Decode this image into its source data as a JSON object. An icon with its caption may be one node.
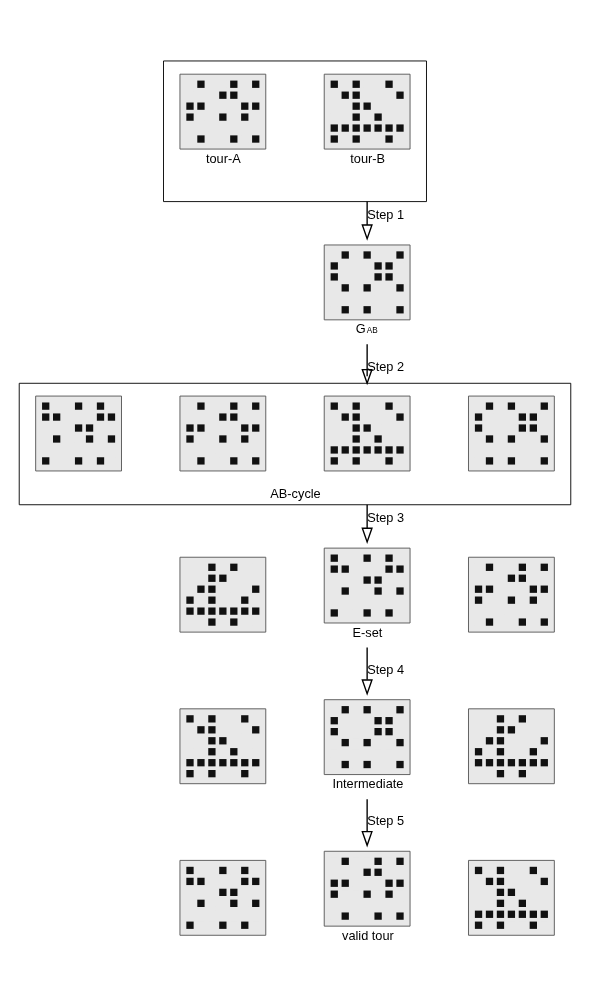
{
  "diagram": {
    "nodes": [
      {
        "text": [],
        "shape": "box"
      },
      {
        "text": [],
        "shape": "picture",
        "in": 0,
        "beside": [
          "tour-A"
        ]
      },
      {
        "text": [],
        "shape": "picture",
        "in": 0,
        "beside": [
          "tour-B"
        ]
      },
      {
        "text": [],
        "shape": "picture",
        "beside": [
          "G$_{AB}$"
        ]
      },
      {
        "text": [
          "AB-cycle"
        ]
      },
      {
        "text": [],
        "shape": "picture",
        "in": 4
      },
      {
        "text": [],
        "shape": "picture",
        "in": 4
      },
      {
        "text": [],
        "shape": "picture",
        "in": 4
      },
      {
        "text": [],
        "shape": "picture",
        "in": 4
      },
      {
        "text": [],
        "shape": "picture"
      },
      {
        "text": [],
        "shape": "picture",
        "beside": [
          "E-set"
        ]
      },
      {
        "text": [],
        "shape": "picture"
      },
      {
        "text": [],
        "shape": "picture"
      },
      {
        "text": [],
        "shape": "picture",
        "beside": [
          "Intermediate"
        ]
      },
      {
        "text": [],
        "shape": "picture"
      },
      {
        "text": [],
        "shape": "picture"
      },
      {
        "text": [],
        "shape": "picture",
        "beside": [
          "valid tour"
        ]
      },
      {
        "text": [],
        "shape": "picture"
      }
    ],
    "edges": [
      {
        "from": 0,
        "to": 3,
        "arrow": "to",
        "label": "Step 1"
      },
      {
        "from": 3,
        "to": 4,
        "arrow": "to",
        "label": "Step 2"
      },
      {
        "from": 4,
        "to": 10,
        "arrow": "to",
        "label": "Step 3"
      },
      {
        "from": 10,
        "to": 13,
        "arrow": "to",
        "label": "Step 4"
      },
      {
        "from": 13,
        "to": 16,
        "arrow": "to",
        "label": "Step 5"
      }
    ]
  }
}
